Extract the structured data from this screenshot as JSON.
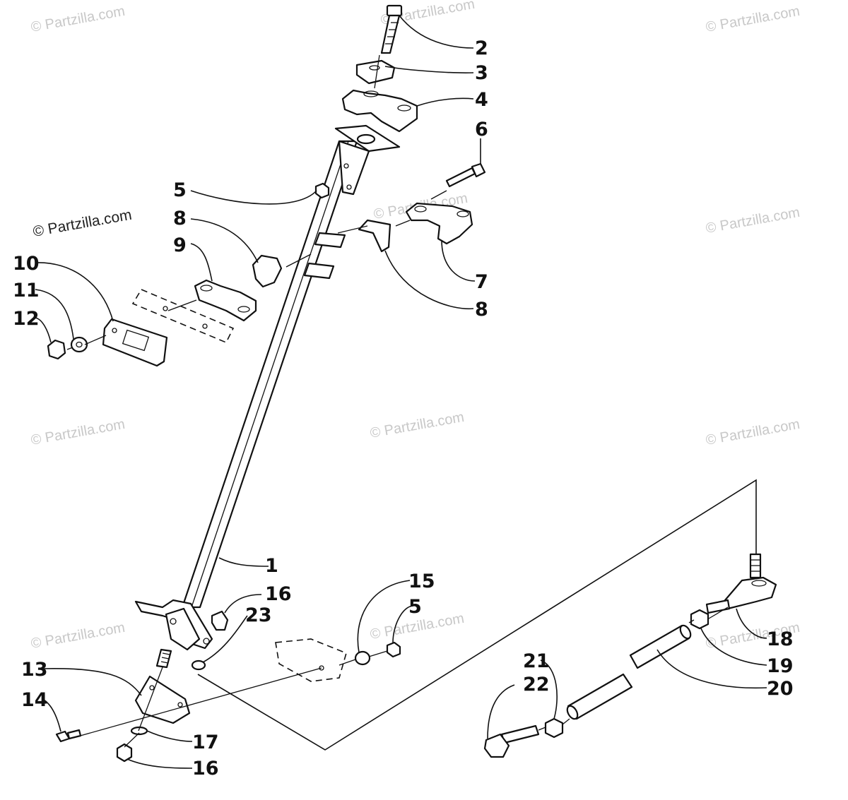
{
  "watermarks": {
    "text": "© Partzilla.com",
    "highlight": "© Partzilla.com"
  },
  "callouts": [
    "1",
    "2",
    "3",
    "4",
    "5",
    "6",
    "7",
    "8",
    "8",
    "9",
    "10",
    "11",
    "12",
    "13",
    "14",
    "15",
    "5",
    "16",
    "16",
    "17",
    "18",
    "19",
    "20",
    "21",
    "22",
    "23"
  ]
}
